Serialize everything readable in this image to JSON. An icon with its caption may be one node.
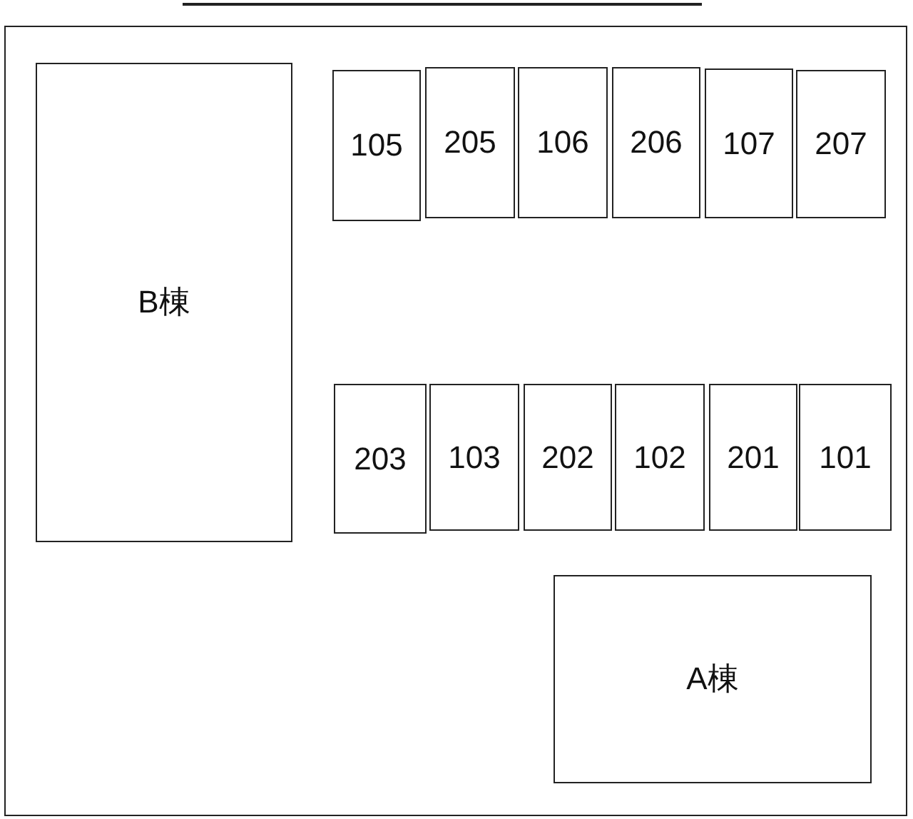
{
  "diagram": {
    "nodes": [
      {
        "text": [],
        "shape": "box"
      },
      {
        "text": [
          "B棟"
        ],
        "in": 0
      },
      {
        "text": [
          "105"
        ],
        "in": 0
      },
      {
        "text": [
          "205"
        ],
        "in": 0
      },
      {
        "text": [
          "106"
        ],
        "in": 0
      },
      {
        "text": [
          "206"
        ],
        "in": 0
      },
      {
        "text": [
          "107"
        ],
        "in": 0
      },
      {
        "text": [
          "207"
        ],
        "in": 0
      },
      {
        "text": [
          "203"
        ],
        "in": 0
      },
      {
        "text": [
          "103"
        ],
        "in": 0
      },
      {
        "text": [
          "202"
        ],
        "in": 0
      },
      {
        "text": [
          "102"
        ],
        "in": 0
      },
      {
        "text": [
          "201"
        ],
        "in": 0
      },
      {
        "text": [
          "101"
        ],
        "in": 0
      },
      {
        "text": [
          "A棟"
        ],
        "in": 0
      }
    ]
  }
}
